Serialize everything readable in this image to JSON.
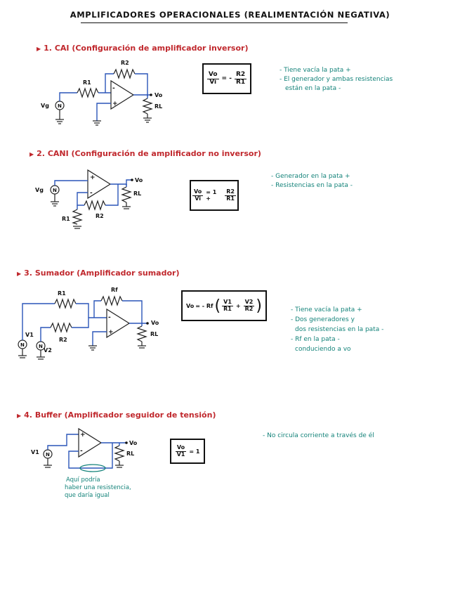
{
  "title": "AMPLIFICADORES OPERACIONALES (REALIMENTACIÓN NEGATIVA)",
  "sections": [
    {
      "heading": "1. CAI (Configuración de amplificador inversor)",
      "formula": {
        "lhs_num": "Vo",
        "lhs_den": "Vi",
        "eq": "= -",
        "rhs_num": "R2",
        "rhs_den": "R1"
      },
      "labels": {
        "r1": "R1",
        "r2": "R2",
        "vg": "Vg",
        "vo": "Vo",
        "rl": "RL"
      },
      "notes": [
        "- Tiene vacía la pata +",
        "- El generador y ambas resistencias",
        "están en la pata -"
      ]
    },
    {
      "heading": "2. CANI (Configuración de amplificador no inversor)",
      "formula": {
        "lhs_num": "Vo",
        "lhs_den": "Vi",
        "eq": "= 1 +",
        "rhs_num": "R2",
        "rhs_den": "R1"
      },
      "labels": {
        "r1": "R1",
        "r2": "R2",
        "vg": "Vg",
        "vo": "Vo",
        "rl": "RL"
      },
      "notes": [
        "- Generador en la pata +",
        "- Resistencias en la pata -"
      ]
    },
    {
      "heading": "3. Sumador (Amplificador sumador)",
      "formula": {
        "lhs": "Vo",
        "eq": "= - Rf",
        "t1_num": "V1",
        "t1_den": "R1",
        "plus": "+",
        "t2_num": "V2",
        "t2_den": "R2"
      },
      "labels": {
        "r1": "R1",
        "r2": "R2",
        "rf": "Rf",
        "v1": "V1",
        "v2": "V2",
        "vo": "Vo",
        "rl": "RL"
      },
      "notes": [
        "- Tiene vacía la pata +",
        "- Dos generadores y",
        "dos resistencias en la pata -",
        "- Rf en la pata -",
        "conduciendo a vo"
      ]
    },
    {
      "heading": "4. Buffer (Amplificador seguidor de tensión)",
      "formula": {
        "lhs_num": "Vo",
        "lhs_den": "V1",
        "eq": "= 1"
      },
      "labels": {
        "v1": "V1",
        "vo": "Vo",
        "rl": "RL"
      },
      "notes": [
        "- No circula corriente a través de él"
      ],
      "annotation": [
        "Aquí podría",
        "haber una resistencia,",
        "que daría igual"
      ]
    }
  ],
  "colors": {
    "heading": "#c0282d",
    "notes": "#14837a",
    "wires": "#2a55b8",
    "ink": "#111111"
  }
}
